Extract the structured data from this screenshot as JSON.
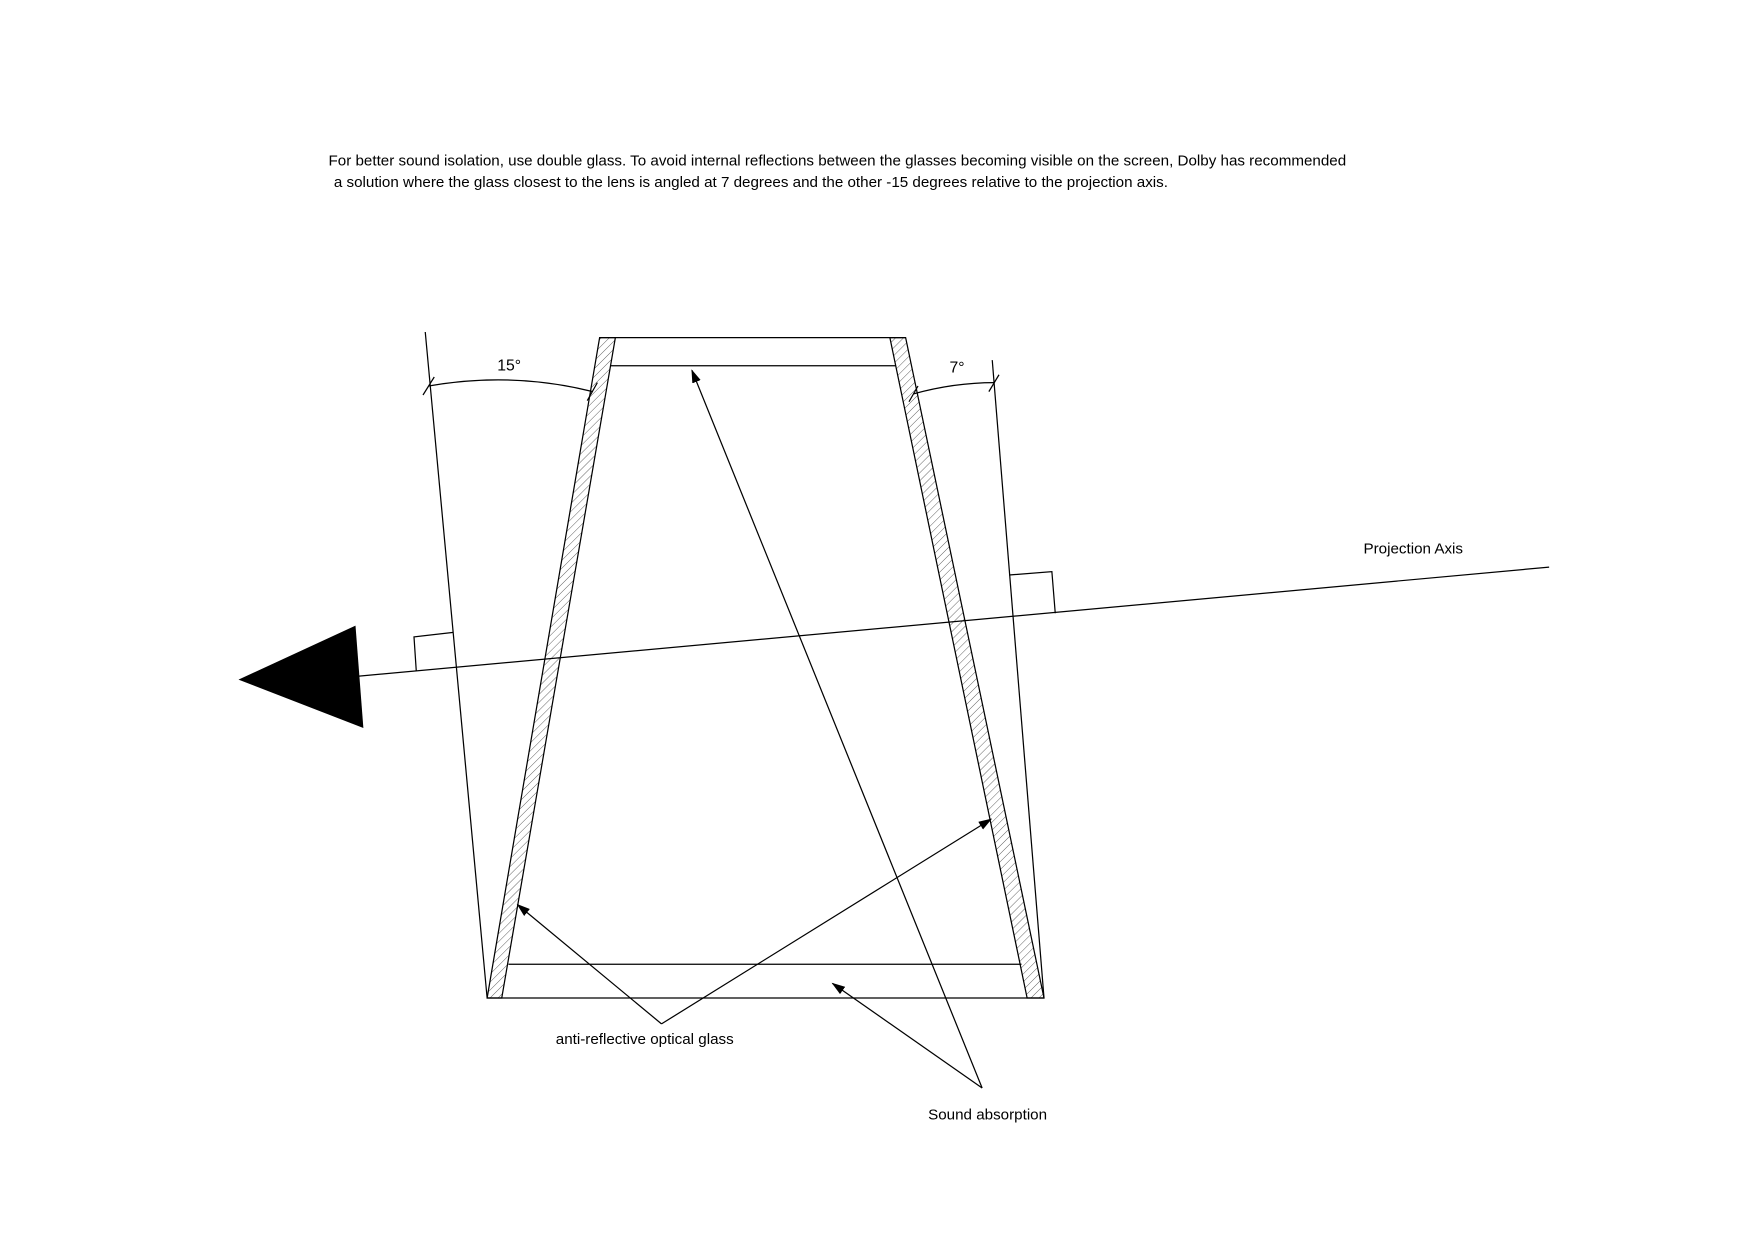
{
  "description_text": {
    "line1": "For better sound isolation, use double glass. To avoid internal reflections between the glasses becoming visible on the screen, Dolby has recommended",
    "line2": " a solution where the glass closest to the lens is angled at 7 degrees and the other -15 degrees relative to the projection axis."
  },
  "labels": {
    "angle_left": "15°",
    "angle_right": "7°",
    "projection_axis": "Projection Axis",
    "glass": "anti-reflective optical glass",
    "sound": "Sound absorption"
  },
  "colors": {
    "line": "#000000",
    "hatch": "#555555"
  }
}
